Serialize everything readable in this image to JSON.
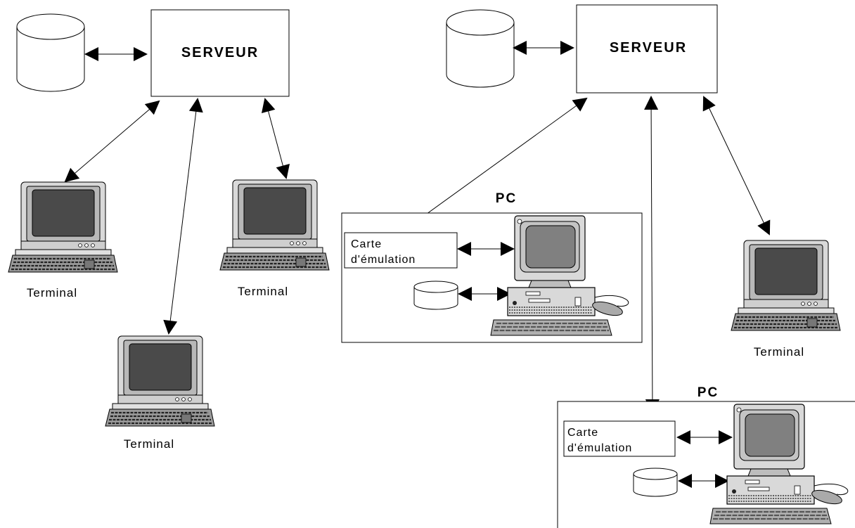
{
  "left_network": {
    "server_label": "SERVEUR",
    "terminal_labels": [
      "Terminal",
      "Terminal",
      "Terminal"
    ]
  },
  "right_network": {
    "server_label": "SERVEUR",
    "pcs": [
      {
        "title": "PC",
        "card_line1": "Carte",
        "card_line2": "d'émulation"
      },
      {
        "title": "PC",
        "card_line1": "Carte",
        "card_line2": "d'émulation"
      }
    ],
    "terminal_labels": [
      "Terminal"
    ]
  },
  "icons": [
    "database-icon",
    "terminal-icon",
    "pc-tower-icon",
    "mouse-icon",
    "arrow-icon"
  ],
  "colors": {
    "screen": "#4a4a4a",
    "pc_screen": "#808080",
    "body": "#d9d9d9",
    "stroke": "#000000"
  }
}
